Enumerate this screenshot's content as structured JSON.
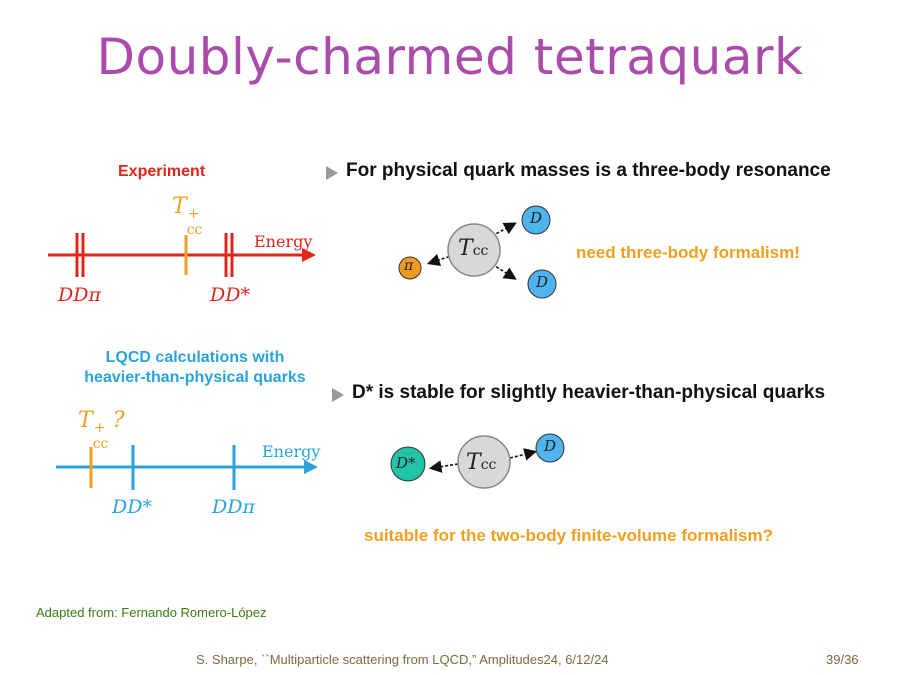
{
  "slide": {
    "title": "Doubly-charmed tetraquark",
    "left_top": {
      "heading": "Experiment",
      "tcc_label": "T",
      "tcc_sup": "+",
      "tcc_sub": "cc",
      "energy": "Energy",
      "ddpi": "DDπ",
      "ddstar": "DD*"
    },
    "left_bottom": {
      "heading_line1": "LQCD calculations with",
      "heading_line2": "heavier-than-physical quarks",
      "tcc_label": "T",
      "tcc_sup": "+",
      "tcc_sub": "cc",
      "tcc_q": "?",
      "energy": "Energy",
      "ddstar": "DD*",
      "ddpi": "DDπ"
    },
    "bullet1": "For physical quark masses is a three-body resonance",
    "note1": "need three-body formalism!",
    "bullet2": "D* is stable for slightly heavier-than-physical quarks",
    "note2": "suitable for the two-body finite-volume formalism?",
    "diagram1": {
      "center": "T",
      "center_sub": "cc",
      "p1": "π",
      "p2": "D",
      "p3": "D"
    },
    "diagram2": {
      "center": "T",
      "center_sub": "cc",
      "p1": "D*",
      "p2": "D"
    },
    "credit": "Adapted from: Fernando Romero-López",
    "footer": "S. Sharpe, ``Multiparticle scattering from LQCD,” Amplitudes24, 6/12/24",
    "page": "39/36"
  },
  "colors": {
    "title": "#a94cab",
    "red": "#e0251b",
    "blue": "#29a3e0",
    "orange": "#f0a020",
    "green_credit": "#3c7a12"
  }
}
